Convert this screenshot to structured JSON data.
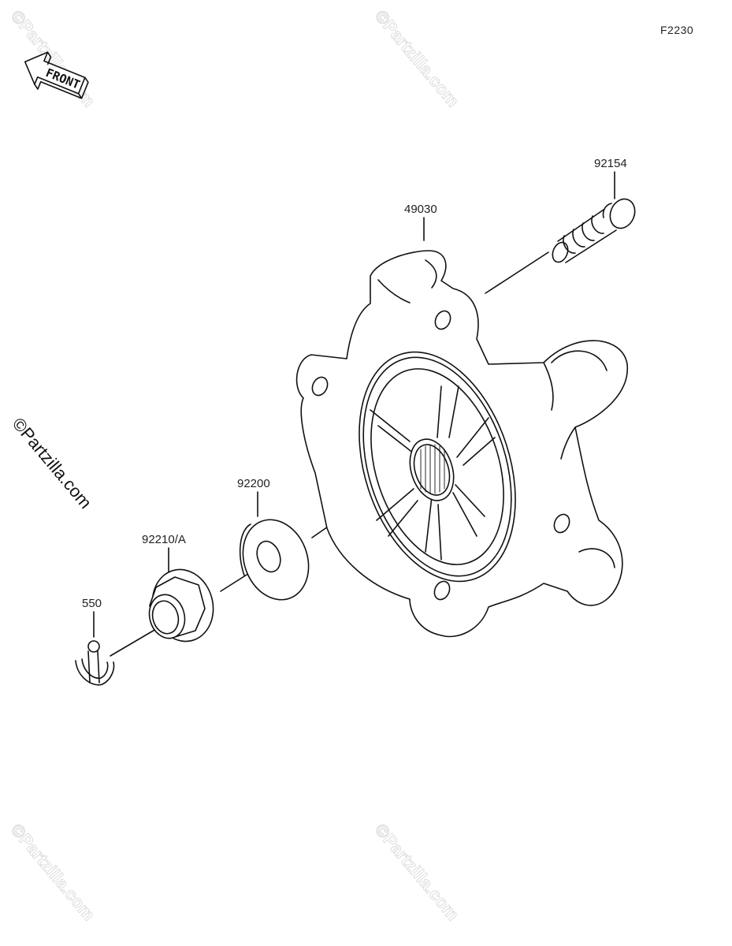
{
  "figure_code": "F2230",
  "front_arrow": {
    "label": "FRONT",
    "icon": "front-direction-arrow-icon"
  },
  "watermarks": {
    "text": "©Partzilla.com"
  },
  "parts": [
    {
      "number": "92154",
      "name_icon": "stud-bolt-icon"
    },
    {
      "number": "49030",
      "name_icon": "wheel-hub-icon"
    },
    {
      "number": "92200",
      "name_icon": "washer-icon"
    },
    {
      "number": "92210/A",
      "name_icon": "flange-nut-icon"
    },
    {
      "number": "550",
      "name_icon": "cotter-pin-icon"
    }
  ],
  "colors": {
    "line": "#111111",
    "watermark": "#d6d6d6",
    "background": "#ffffff"
  }
}
